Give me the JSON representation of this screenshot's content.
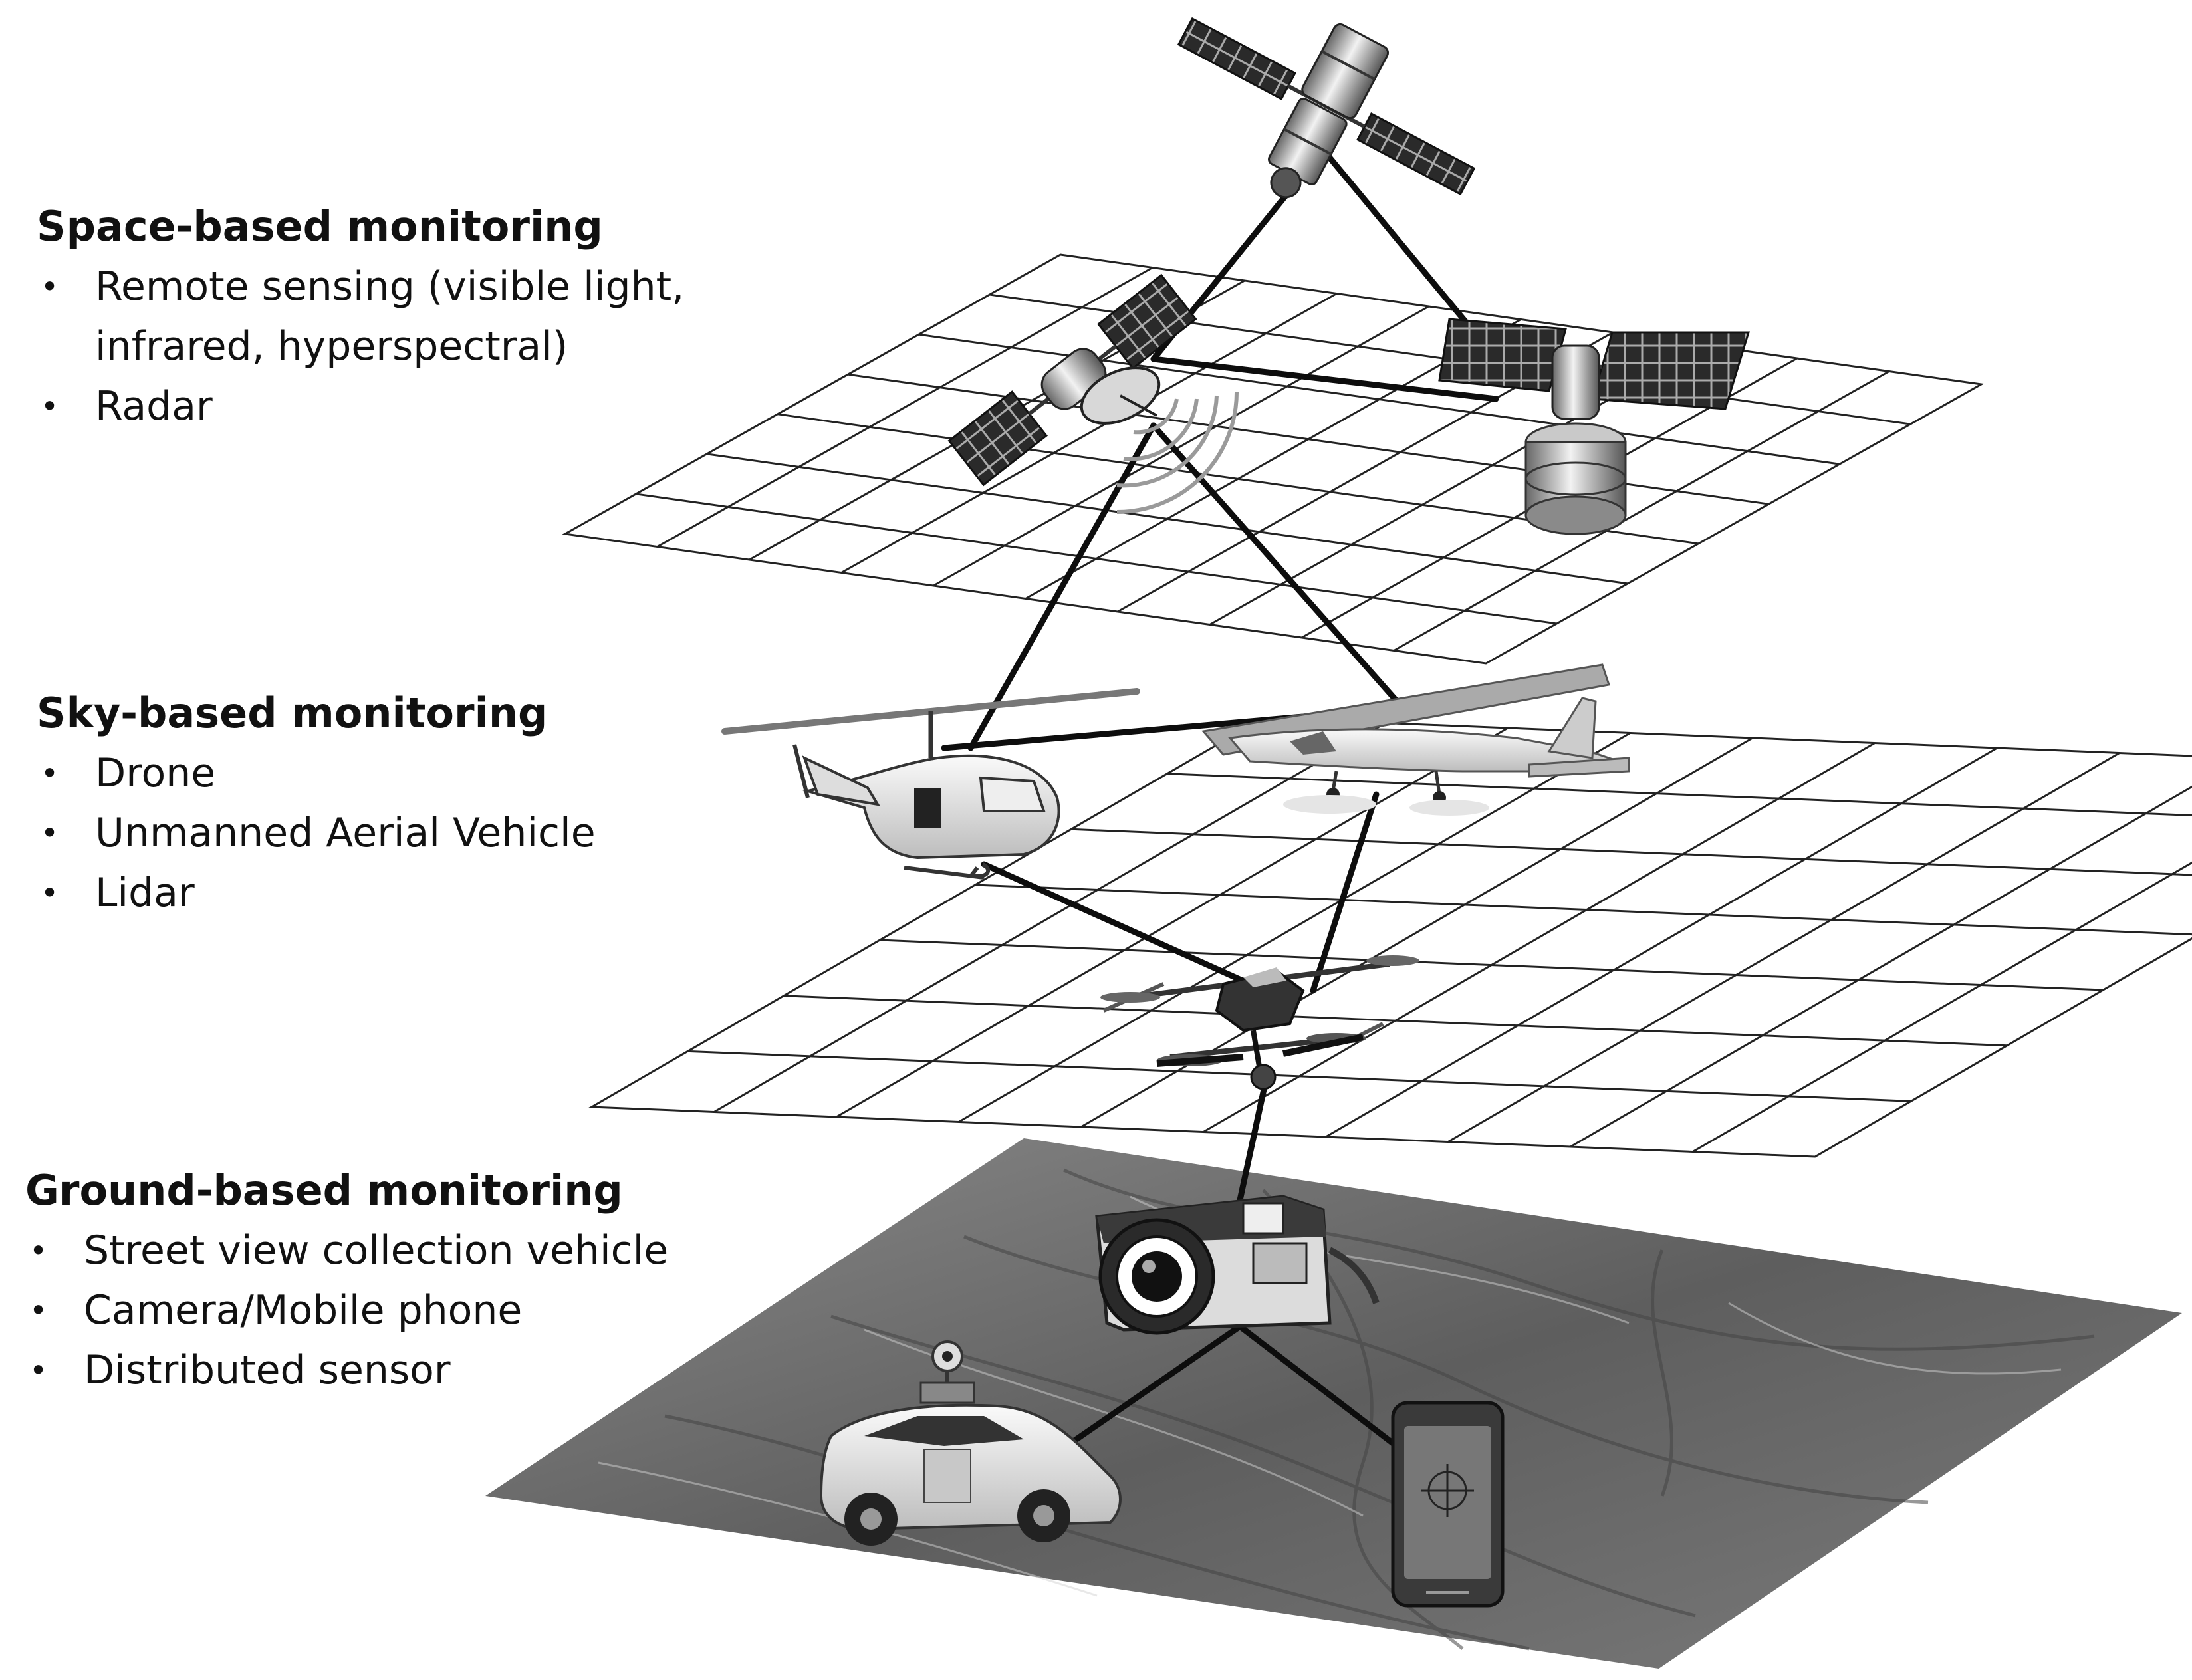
{
  "space": {
    "title": "Space-based monitoring",
    "items": [
      "Remote sensing (visible light,\ninfrared, hyperspectral)",
      "Radar"
    ],
    "icons": [
      "space-station-icon",
      "radar-satellite-icon",
      "observation-satellite-icon"
    ]
  },
  "sky": {
    "title": "Sky-based monitoring",
    "items": [
      "Drone",
      "Unmanned Aerial Vehicle",
      "Lidar"
    ],
    "icons": [
      "helicopter-icon",
      "airplane-icon",
      "drone-icon"
    ]
  },
  "ground": {
    "title": "Ground-based monitoring",
    "items": [
      "Street view collection vehicle",
      "Camera/Mobile phone",
      "Distributed sensor"
    ],
    "icons": [
      "camera-icon",
      "street-view-car-icon",
      "mobile-phone-icon"
    ]
  },
  "colors": {
    "text": "#111111",
    "grid": "#222222",
    "link": "#0d0d0d",
    "terrain": "#6e6e6e"
  }
}
